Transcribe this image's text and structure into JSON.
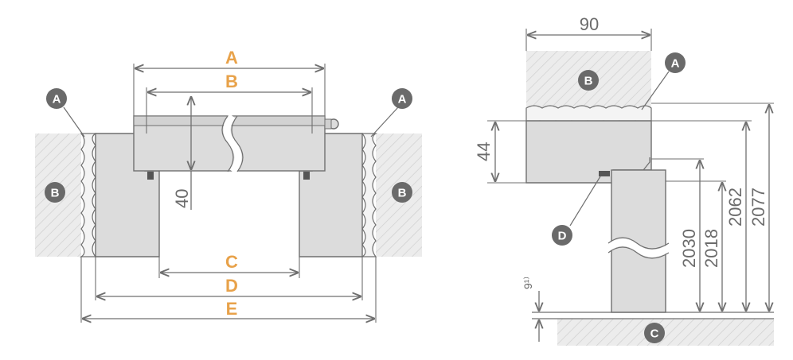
{
  "colors": {
    "line": "#6f6f6f",
    "wall_fill": "#ececec",
    "hatch": "#c9c9c9",
    "frame_fill": "#dcdcdc",
    "letter_orange": "#e8a24a",
    "badge": "#6a6a6a"
  },
  "plan_view": {
    "dims": {
      "A": "A",
      "B": "B",
      "C": "C",
      "D": "D",
      "E": "E",
      "depth_40": "40"
    },
    "badges": {
      "a_left": "A",
      "a_right": "A",
      "b_left": "B",
      "b_right": "B"
    }
  },
  "section_view": {
    "dims": {
      "w90": "90",
      "h44": "44",
      "h9": "9¹⁾",
      "h2030": "2030",
      "h2018": "2018",
      "h2062": "2062",
      "h2077": "2077"
    },
    "badges": {
      "a": "A",
      "b": "B",
      "c": "C",
      "d": "D"
    }
  }
}
